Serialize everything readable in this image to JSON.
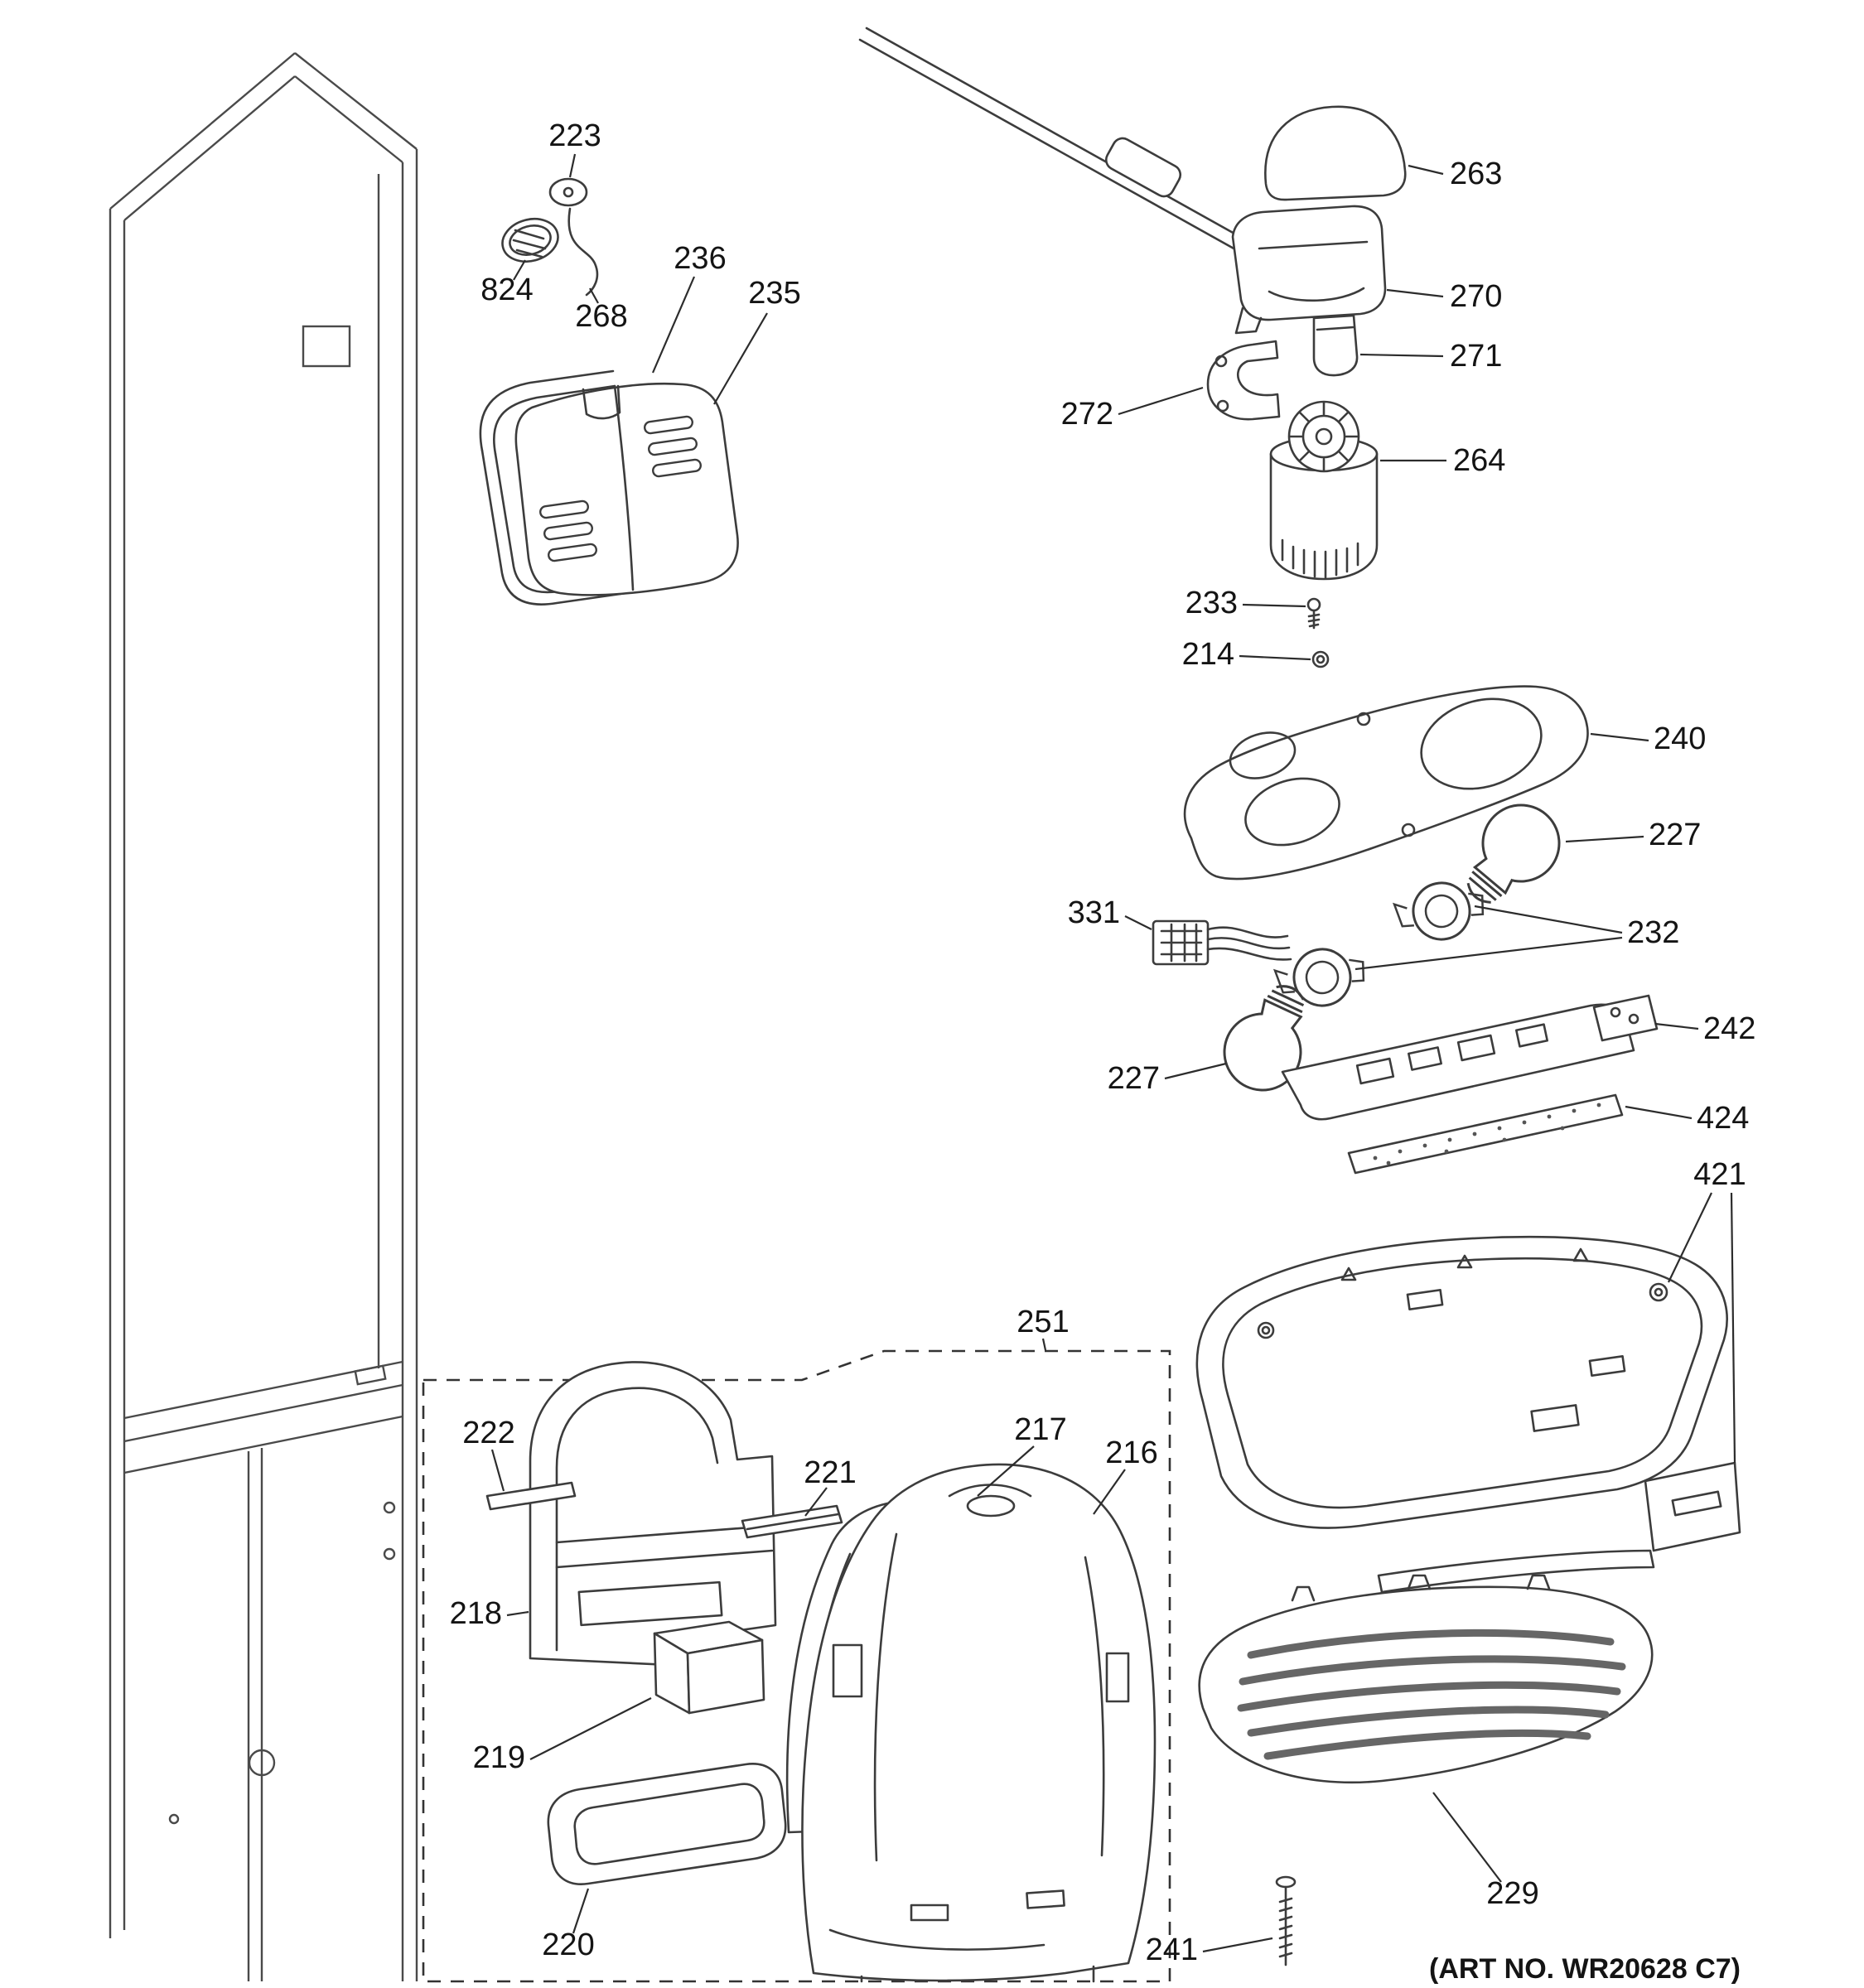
{
  "diagram": {
    "art_no": "(ART NO. WR20628 C7)"
  },
  "callouts": [
    {
      "num": "223"
    },
    {
      "num": "824"
    },
    {
      "num": "268"
    },
    {
      "num": "236"
    },
    {
      "num": "235"
    },
    {
      "num": "263"
    },
    {
      "num": "270"
    },
    {
      "num": "271"
    },
    {
      "num": "272"
    },
    {
      "num": "264"
    },
    {
      "num": "233"
    },
    {
      "num": "214"
    },
    {
      "num": "240"
    },
    {
      "num": "227"
    },
    {
      "num": "331"
    },
    {
      "num": "232"
    },
    {
      "num": "242"
    },
    {
      "num": "227"
    },
    {
      "num": "424"
    },
    {
      "num": "421"
    },
    {
      "num": "251"
    },
    {
      "num": "222"
    },
    {
      "num": "217"
    },
    {
      "num": "216"
    },
    {
      "num": "221"
    },
    {
      "num": "218"
    },
    {
      "num": "219"
    },
    {
      "num": "220"
    },
    {
      "num": "241"
    },
    {
      "num": "229"
    }
  ]
}
